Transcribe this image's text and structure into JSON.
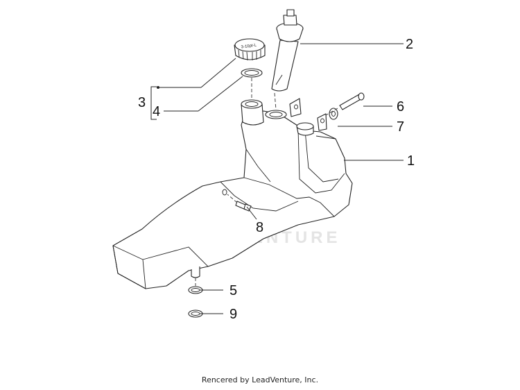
{
  "diagram": {
    "callouts": [
      {
        "id": "1",
        "label": "1"
      },
      {
        "id": "2",
        "label": "2"
      },
      {
        "id": "3",
        "label": "3"
      },
      {
        "id": "4",
        "label": "4"
      },
      {
        "id": "5",
        "label": "5"
      },
      {
        "id": "6",
        "label": "6"
      },
      {
        "id": "7",
        "label": "7"
      },
      {
        "id": "8",
        "label": "8"
      },
      {
        "id": "9",
        "label": "9"
      }
    ],
    "watermark": "LEADVENTURE",
    "cap_marking": "3-10pt-L"
  },
  "footer": {
    "text": "Rencered by LeadVenture, Inc."
  }
}
